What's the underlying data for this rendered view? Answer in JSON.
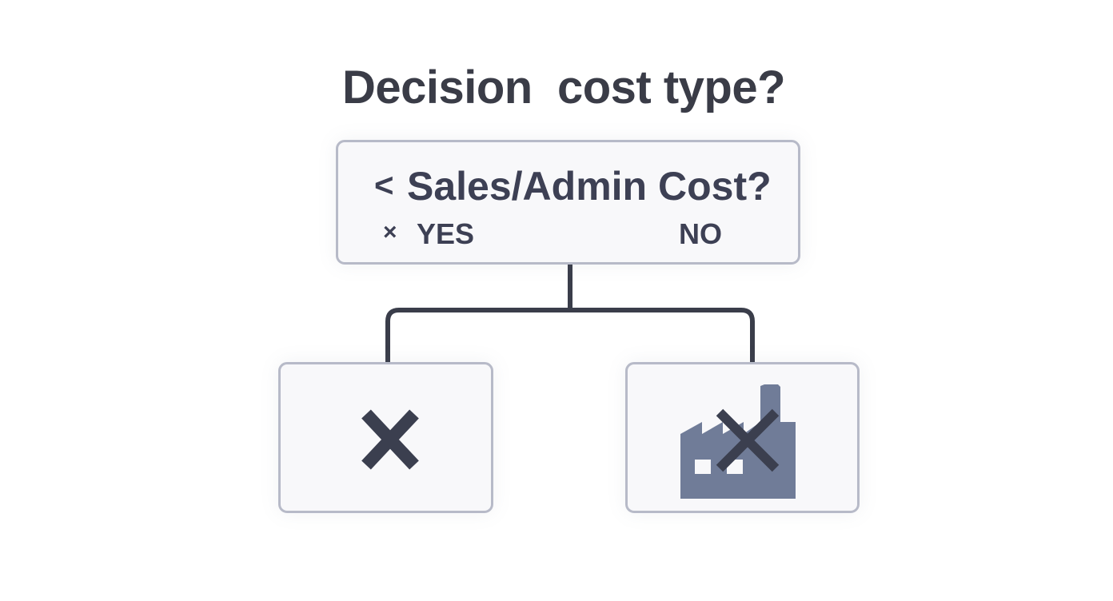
{
  "diagram": {
    "title": "Decision  cost type?",
    "question": {
      "prefix": "<",
      "text": "Sales/Admin Cost?",
      "yes_mark": "×",
      "yes_label": "YES",
      "no_label": "NO"
    },
    "yes_outcome": {
      "icon": "close-icon"
    },
    "no_outcome": {
      "icon": "factory-crossed-icon"
    }
  },
  "colors": {
    "box_border": "#b7bac8",
    "box_fill": "#f8f8fa",
    "line": "#3a3d4a",
    "text": "#3d4054",
    "factory": "#707c98",
    "x_mark": "#3b3f4f"
  }
}
